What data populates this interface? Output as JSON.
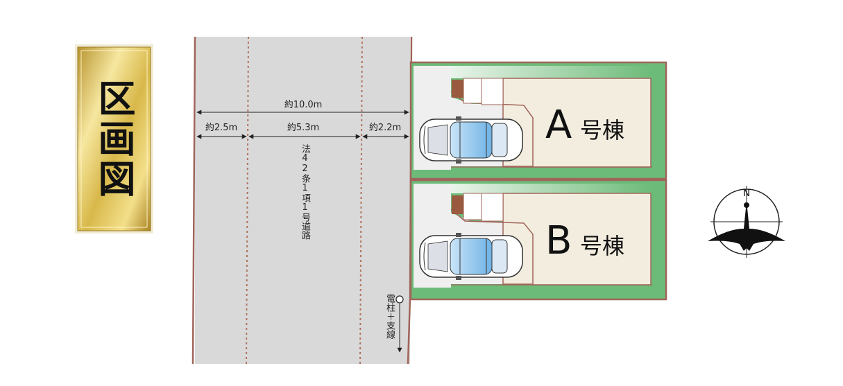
{
  "title": "区画図",
  "road": {
    "total_width": "約10.0m",
    "left_width": "約2.5m",
    "center_width": "約5.3m",
    "right_width": "約2.2m",
    "road_type": "法42条1項1号道路"
  },
  "pole_label": "電柱＋支線",
  "lots": [
    {
      "letter": "A",
      "suffix": "号棟"
    },
    {
      "letter": "B",
      "suffix": "号棟"
    }
  ],
  "compass": {
    "north": "N"
  },
  "colors": {
    "road": "#d9d9d9",
    "boundary": "#a0655a",
    "green": "#6dbb79",
    "house": "#f3eddf",
    "parking": "#efefef",
    "gold": "#d8b84a",
    "chimney": "#9a5a40"
  }
}
